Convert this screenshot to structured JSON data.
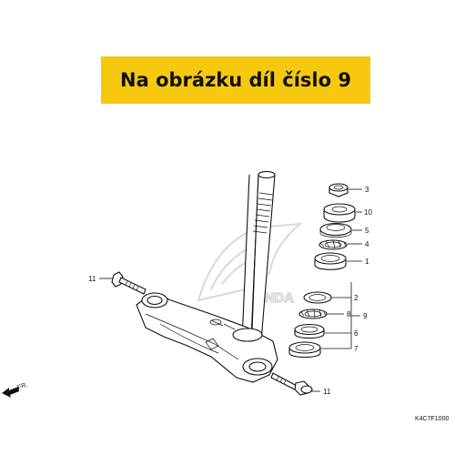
{
  "banner": {
    "text": "Na obrázku díl číslo 9",
    "background": "#f6c90e"
  },
  "callouts": {
    "c3": "3",
    "c10": "10",
    "c5": "5",
    "c4": "4",
    "c1": "1",
    "c2": "2",
    "c8": "8",
    "c6": "6",
    "c7": "7",
    "c9": "9",
    "c11a": "11",
    "c11b": "11"
  },
  "direction_label": "FR.",
  "diagram_code": "K4C7F1000"
}
